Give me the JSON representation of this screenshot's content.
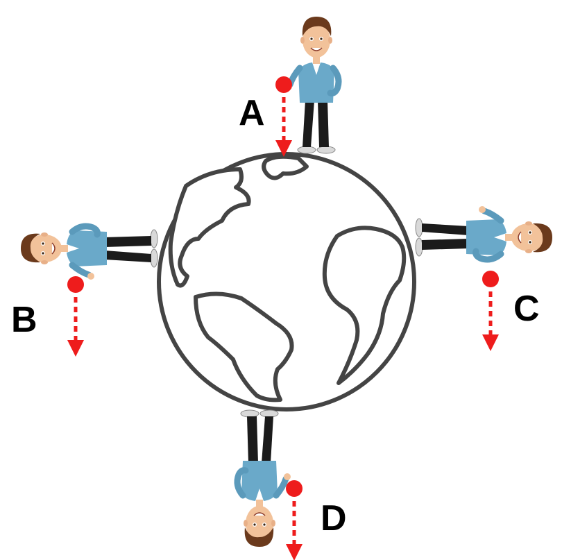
{
  "labels": {
    "a": "A",
    "b": "B",
    "c": "C",
    "d": "D"
  },
  "colors": {
    "ball": "#ee1c1c",
    "arrow": "#ee1c1c",
    "earth_outline": "#444444",
    "shirt": "#6aa9c9",
    "trousers": "#1b1b1b",
    "skin": "#f2c29a",
    "hair": "#6b3a1c"
  },
  "icons": [
    "earth-globe-icon",
    "person-figure-icon",
    "red-ball-icon",
    "dashed-down-arrow-icon"
  ]
}
